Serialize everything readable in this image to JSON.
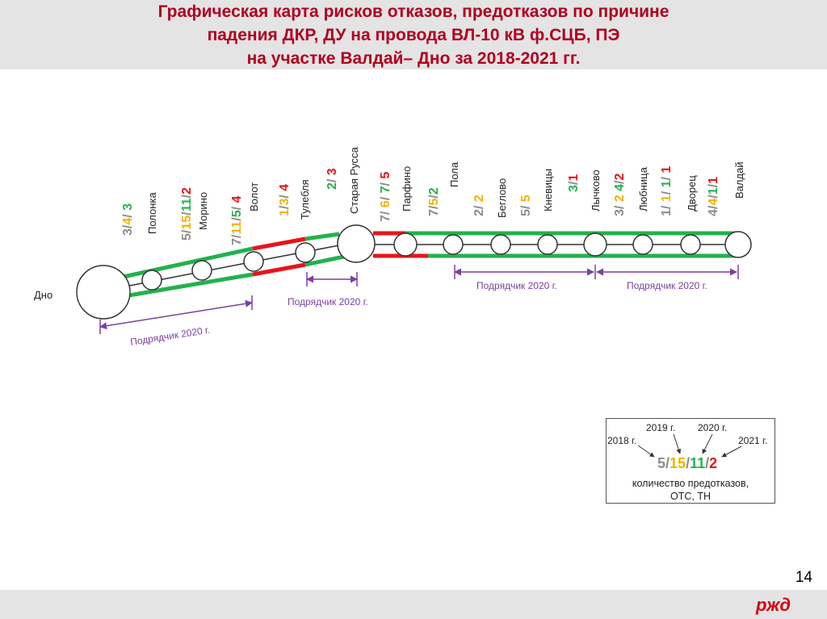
{
  "title": {
    "line1": "Графическая карта рисков отказов, предотказов по причине",
    "line2": "падения ДКР, ДУ на провода ВЛ-10 кВ ф.СЦБ, ПЭ",
    "line3": "на участке Валдай– Дно за 2018-2021 гг."
  },
  "colors": {
    "title": "#b0001e",
    "green": "#22b24c",
    "red": "#e8141b",
    "purple": "#7b3fa0",
    "gray": "#8c8c8c",
    "yellow": "#f0b400"
  },
  "stations": [
    {
      "name": "Дно",
      "counts": []
    },
    {
      "name": "Полонка",
      "counts": [
        "3",
        "4",
        "3"
      ]
    },
    {
      "name": "Морино",
      "counts": [
        "5",
        "15",
        "11",
        "2"
      ]
    },
    {
      "name": "Волот",
      "counts": [
        "7",
        "11",
        "5",
        "4"
      ]
    },
    {
      "name": "Тулебля",
      "counts": [
        "1",
        "3",
        "4"
      ]
    },
    {
      "name": "Старая Русса",
      "counts": [
        "2",
        "3"
      ]
    },
    {
      "name": "Парфино",
      "counts": [
        "7",
        "6",
        "7",
        "5"
      ]
    },
    {
      "name": "Пола",
      "counts": [
        "7",
        "5",
        "2"
      ]
    },
    {
      "name": "Беглово",
      "counts": [
        "2",
        "2"
      ]
    },
    {
      "name": "Кневицы",
      "counts": [
        "5",
        "5"
      ]
    },
    {
      "name": "Лычково",
      "counts": [
        "3",
        "1"
      ]
    },
    {
      "name": "Любница",
      "counts": [
        "3",
        "2",
        "4",
        "2"
      ]
    },
    {
      "name": "Дворец",
      "counts": [
        "1",
        "1",
        "1",
        "1"
      ]
    },
    {
      "name": "Валдай",
      "counts": [
        "4",
        "4",
        "1",
        "1"
      ]
    }
  ],
  "contractor_label": "Подрядчик 2020 г.",
  "legend": {
    "y2018": "2018 г.",
    "y2019": "2019 г.",
    "y2020": "2020 г.",
    "y2021": "2021 г.",
    "example": [
      "5",
      "15",
      "11",
      "2"
    ],
    "caption_line1": "количество предотказов,",
    "caption_line2": "ОТС, ТН"
  },
  "page_number": "14",
  "logo_text": "РЖД"
}
